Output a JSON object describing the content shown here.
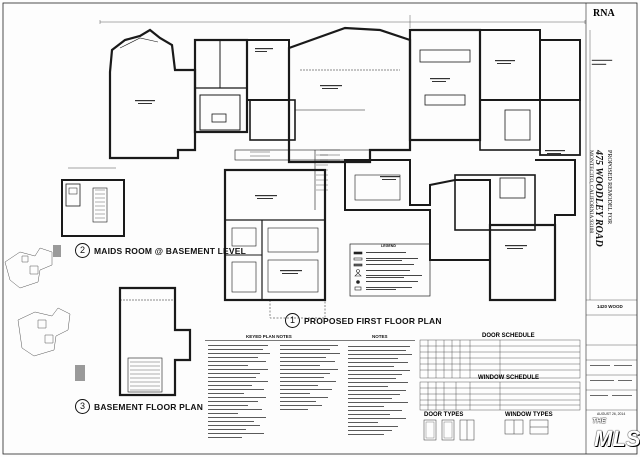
{
  "firm_logo": "RNA",
  "titles": {
    "first_floor": "PROPOSED FIRST FLOOR PLAN",
    "first_floor_num": "1",
    "maids_room": "MAIDS ROOM @ BASEMENT LEVEL",
    "maids_room_num": "2",
    "basement": "BASEMENT FLOOR PLAN",
    "basement_num": "3"
  },
  "project": {
    "line1": "PROPOSED REMODEL FOR",
    "line2": "475 WOODLEY ROAD",
    "line3": "MONTECITO, CALIFORNIA 93108"
  },
  "notes": {
    "keyed": "KEYED PLAN NOTES",
    "general": "NOTES",
    "legend": "LEGEND"
  },
  "schedules": {
    "door": "DOOR SCHEDULE",
    "window": "WINDOW SCHEDULE",
    "door_types": "DOOR TYPES",
    "window_types": "WINDOW TYPES"
  },
  "title_block": {
    "sheet_name": "1420 WOOD",
    "date": "AUGUST 26, 2014"
  },
  "watermark": {
    "top": "THE",
    "main": "MLS"
  },
  "colors": {
    "ink": "#111111",
    "wall": "#1a1a1a",
    "gray_fill": "#9a9a9a",
    "mls_red": "#c8102e"
  }
}
